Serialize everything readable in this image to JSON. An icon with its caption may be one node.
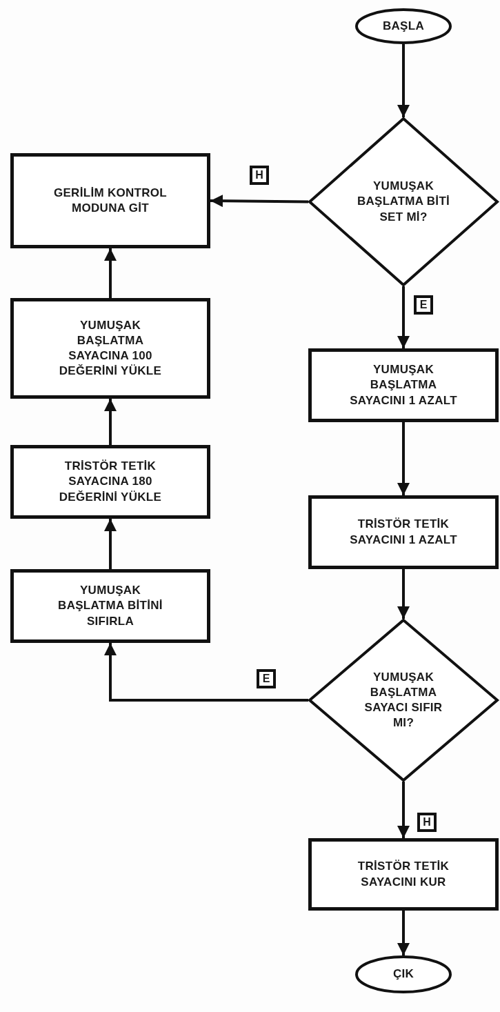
{
  "diagram": {
    "nodes": [
      {
        "text": [
          "BAŞLA"
        ]
      },
      {
        "text": [
          "YUMUŞAK BAŞLATMA BİTİ SET Mİ?"
        ]
      },
      {
        "text": [
          "GERİLİM KONTROL MODUNA GİT"
        ]
      },
      {
        "text": [
          "YUMUŞAK BAŞLATMA SAYACINI 1 AZALT"
        ]
      },
      {
        "text": [
          "TRİSTÖR TETİK SAYACINI 1 AZALT"
        ]
      },
      {
        "text": [
          "YUMUŞAK BAŞLATMA SAYACI SIFIR MI?"
        ]
      },
      {
        "text": [
          "TRİSTÖR TETİK SAYACINI KUR"
        ]
      },
      {
        "text": [
          "ÇIK"
        ]
      },
      {
        "text": [
          "YUMUŞAK BAŞLATMA SAYACINA 100 DEĞERİNİ YÜKLE"
        ]
      },
      {
        "text": [
          "TRİSTÖR TETİK SAYACINA 180 DEĞERİNİ YÜKLE"
        ]
      },
      {
        "text": [
          "YUMUŞAK BAŞLATMA BİTİNİ SIFIRLA"
        ]
      }
    ],
    "edges": [
      {
        "from": 0,
        "to": 1,
        "arrow": "to"
      },
      {
        "from": 1,
        "to": 2,
        "arrow": "to",
        "label": "H"
      },
      {
        "from": 1,
        "to": 3,
        "arrow": "to",
        "label": "E"
      },
      {
        "from": 3,
        "to": 4,
        "arrow": "to"
      },
      {
        "from": 4,
        "to": 5,
        "arrow": "to"
      },
      {
        "from": 5,
        "to": 10,
        "arrow": "to",
        "label": "E"
      },
      {
        "from": 10,
        "to": 9,
        "arrow": "to"
      },
      {
        "from": 9,
        "to": 8,
        "arrow": "to"
      },
      {
        "from": 8,
        "to": 2,
        "arrow": "to"
      },
      {
        "from": 5,
        "to": 6,
        "arrow": "to",
        "label": "H"
      },
      {
        "from": 6,
        "to": 7,
        "arrow": "to"
      }
    ]
  }
}
